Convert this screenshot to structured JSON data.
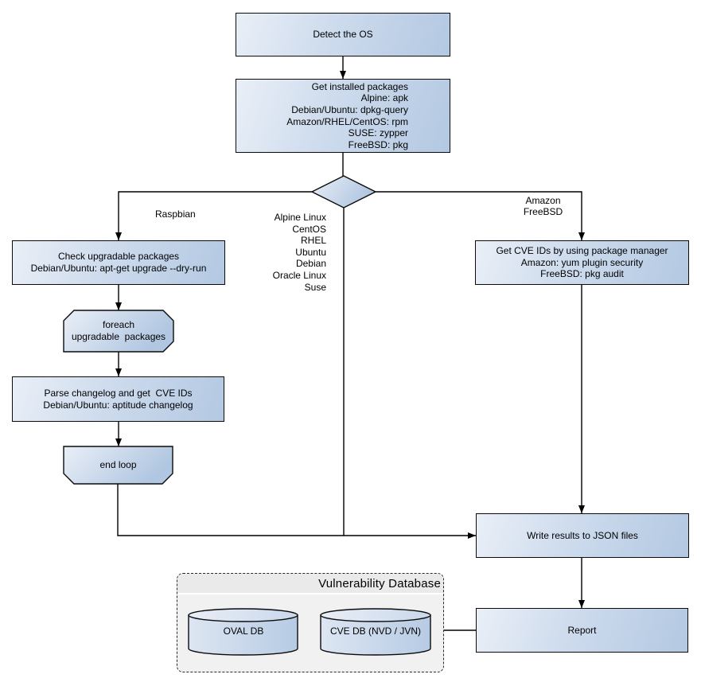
{
  "colors": {
    "node_gradient_start": "#eaeff7",
    "node_gradient_end": "#b3c8e2",
    "node_border": "#0b0b0b",
    "edge": "#000000",
    "container_fill": "#f1f1f1",
    "container_header_fill": "#eaeaea",
    "page_background": "#ffffff"
  },
  "nodes": {
    "detect_os": {
      "label": "Detect the OS"
    },
    "get_installed_packages": {
      "lines": [
        "Get installed packages",
        "Alpine: apk",
        "Debian/Ubuntu: dpkg-query",
        "Amazon/RHEL/CentOS: rpm",
        "SUSE: zypper",
        "FreeBSD: pkg"
      ]
    },
    "check_upgradable": {
      "lines": [
        "Check upgradable packages",
        "Debian/Ubuntu: apt-get upgrade --dry-run"
      ]
    },
    "foreach_loop": {
      "lines": [
        "foreach",
        "upgradable  packages"
      ]
    },
    "parse_changelog": {
      "lines": [
        "Parse changelog and get  CVE IDs",
        "Debian/Ubuntu: aptitude changelog"
      ]
    },
    "end_loop": {
      "label": "end loop"
    },
    "get_cve_ids": {
      "lines": [
        "Get CVE IDs by using package manager",
        "Amazon: yum plugin security",
        "FreeBSD: pkg audit"
      ]
    },
    "write_results": {
      "label": "Write results to JSON files"
    },
    "report": {
      "label": "Report"
    },
    "vulnerability_database": {
      "title": "Vulnerability Database",
      "oval_db": "OVAL DB",
      "cve_db": "CVE DB (NVD / JVN)"
    }
  },
  "edge_labels": {
    "raspbian": "Raspbian",
    "amazon_freebsd": [
      "Amazon",
      "FreeBSD"
    ],
    "os_list": [
      "Alpine Linux",
      "CentOS",
      "RHEL",
      "Ubuntu",
      "Debian",
      "Oracle Linux",
      "Suse"
    ]
  }
}
